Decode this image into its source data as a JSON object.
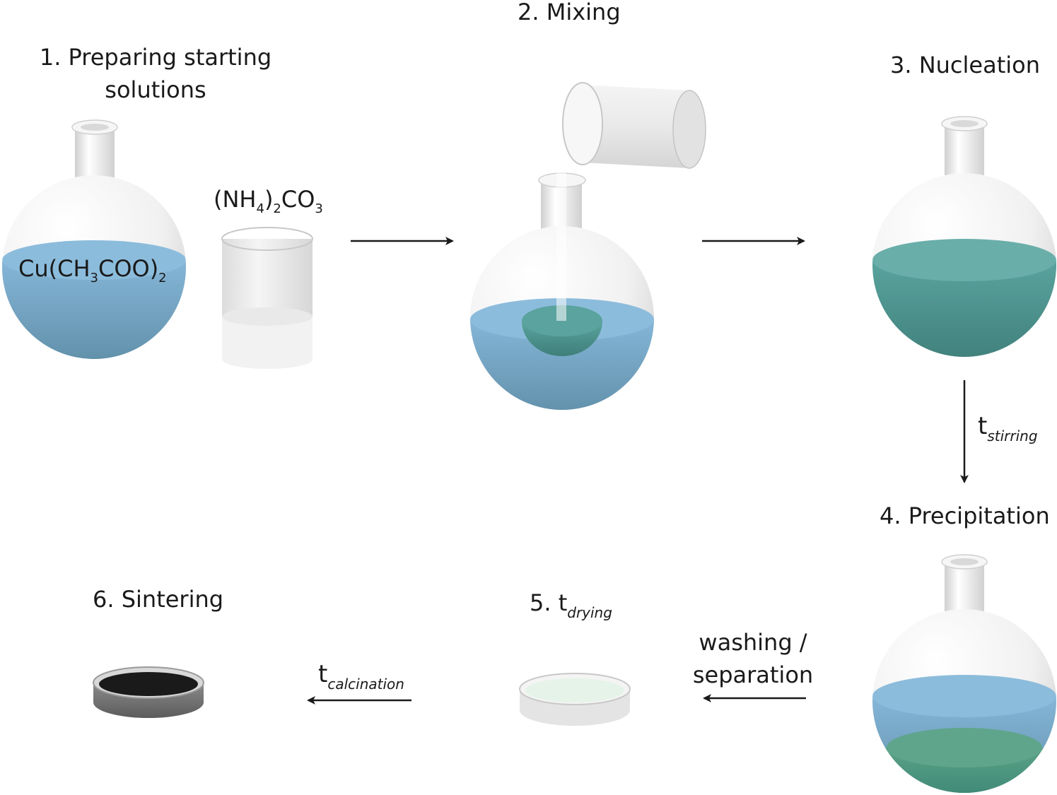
{
  "steps": {
    "s1": {
      "title_line1": "1. Preparing starting",
      "title_line2": "solutions"
    },
    "s2": {
      "title": "2. Mixing"
    },
    "s3": {
      "title": "3. Nucleation"
    },
    "s4": {
      "title": "4. Precipitation"
    },
    "s5": {
      "title_prefix": "5. t",
      "title_sub": "drying"
    },
    "s6": {
      "title": "6. Sintering"
    }
  },
  "reagents": {
    "flask": {
      "p1": "Cu(CH",
      "s1": "3",
      "p2": "COO)",
      "s2": "2"
    },
    "beaker": {
      "p1": "(NH",
      "s1": "4",
      "p2": ")",
      "s2": "2",
      "p3": "CO",
      "s3": "3"
    }
  },
  "arrows": {
    "stirring": {
      "symbol": "t",
      "sub": "stirring"
    },
    "washing": {
      "line1": "washing /",
      "line2": "separation"
    },
    "calcination": {
      "symbol": "t",
      "sub": "calcination"
    }
  },
  "colors": {
    "blue_solution": "#6f9fc0",
    "teal_solution": "#4f8f8c",
    "green_precipitate": "#3f8a76",
    "black_powder": "#1a1a1a",
    "light_green_powder": "#e6f3e8",
    "glass": "#eeeeee",
    "arrow": "#1a1a1a"
  }
}
